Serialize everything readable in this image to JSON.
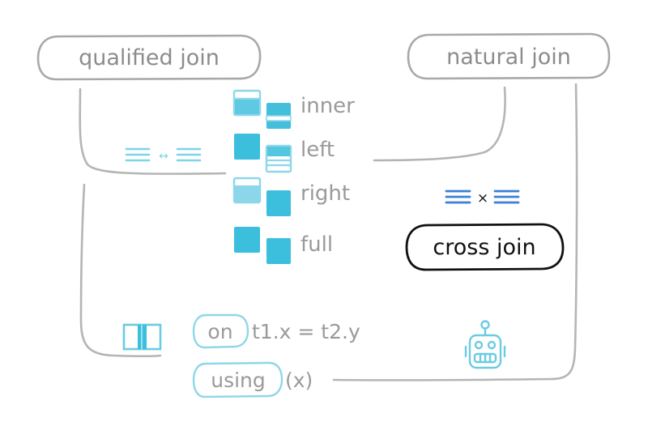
{
  "nodes": {
    "qualified_join": "qualified join",
    "natural_join": "natural join",
    "cross_join": "cross join"
  },
  "join_types": [
    "inner",
    "left",
    "right",
    "full"
  ],
  "clauses": {
    "on_keyword": "on",
    "on_condition": "t1.x = t2.y",
    "using_keyword": "using",
    "using_columns": "(x)"
  },
  "operators": {
    "join_arrow": "↔",
    "cross_times": "×"
  },
  "colors": {
    "gray_line": "#b5b5b5",
    "gray_text": "#9a9a9a",
    "cyan": "#3cbfdc",
    "cyan_light": "#a9e4f1",
    "blue": "#3b7fd8",
    "black": "#111111"
  },
  "icons": [
    "table-stack-icon",
    "venn-block-icon",
    "robot-icon",
    "hamburger-icon"
  ]
}
